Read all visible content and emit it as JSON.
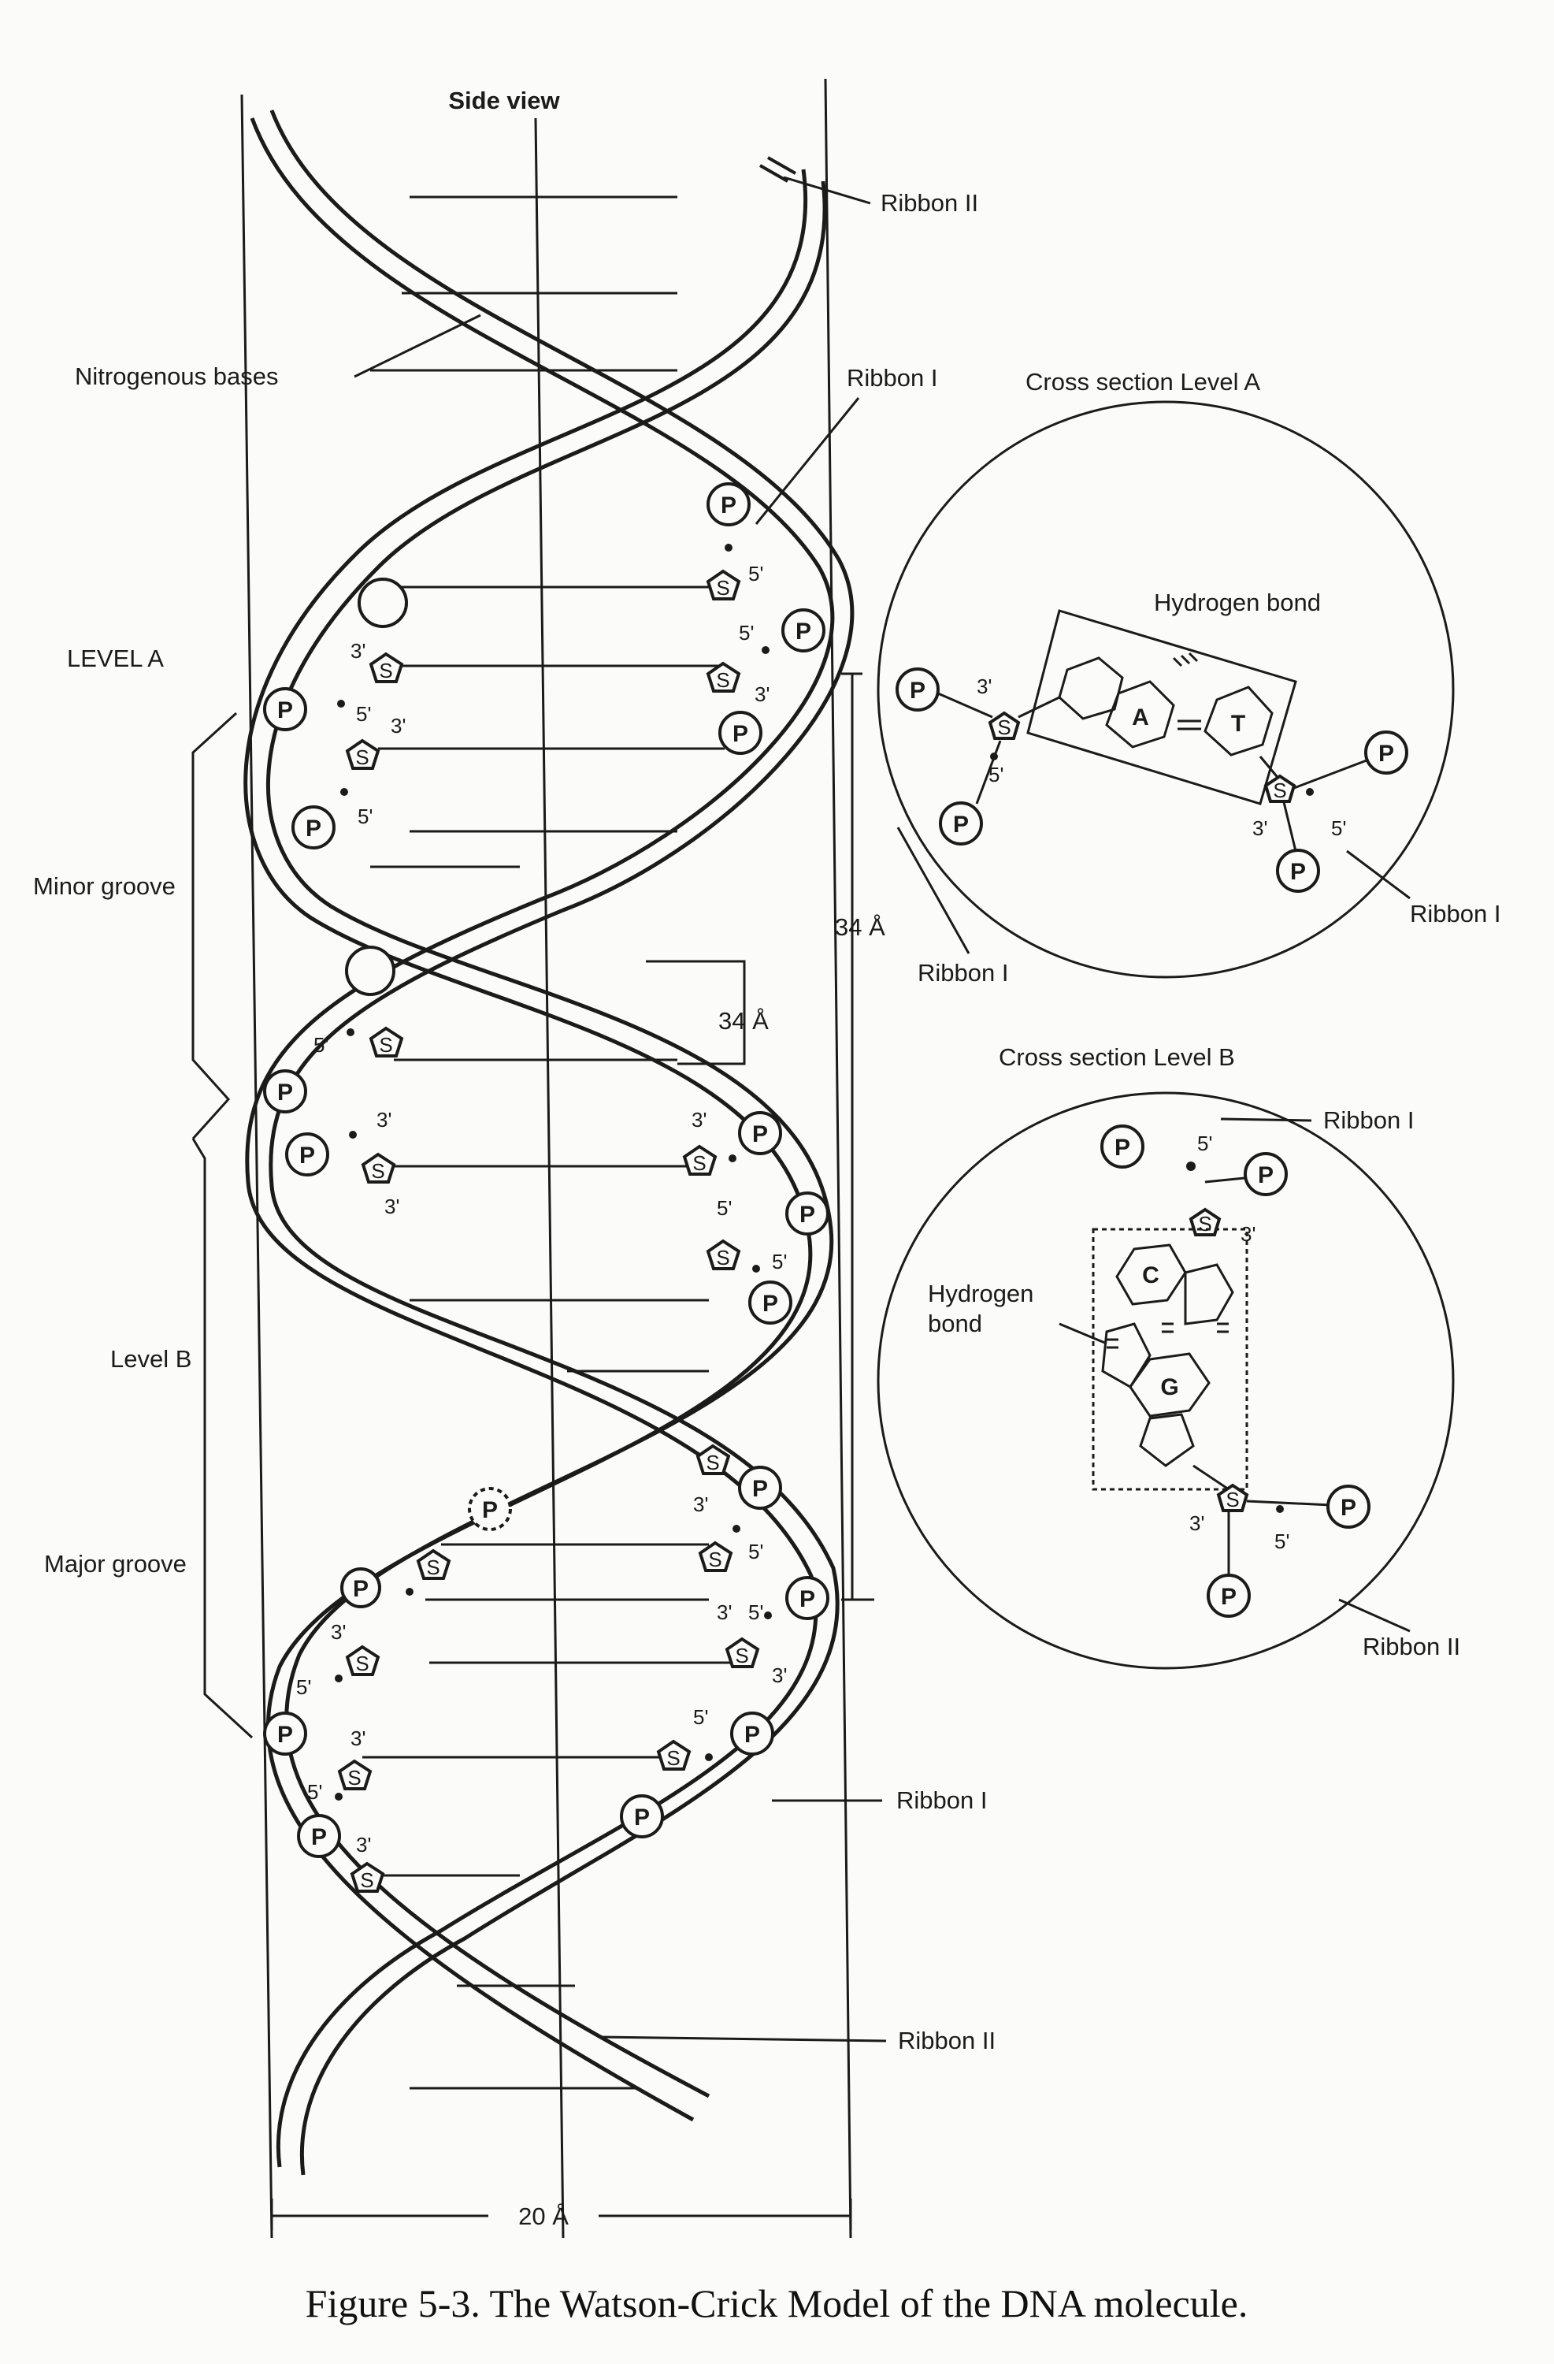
{
  "labels": {
    "side_view": "Side view",
    "ribbon_ii_top": "Ribbon II",
    "ribbon_i_top": "Ribbon I",
    "nitrogenous_bases": "Nitrogenous bases",
    "level_a": "LEVEL A",
    "minor_groove": "Minor groove",
    "level_b": "Level B",
    "major_groove": "Major groove",
    "dim_34_inner": "34 Å",
    "dim_34_outer": "34 Å",
    "dim_20": "20 Å",
    "ribbon_i_bottom": "Ribbon I",
    "ribbon_ii_bottom": "Ribbon II"
  },
  "cross_section_a": {
    "title": "Cross section  Level A",
    "hydrogen_bond": "Hydrogen bond",
    "base_left": "A",
    "base_right": "T",
    "ribbon_left": "Ribbon I",
    "ribbon_right": "Ribbon I"
  },
  "cross_section_b": {
    "title": "Cross section  Level B",
    "hydrogen_bond_line1": "Hydrogen",
    "hydrogen_bond_line2": "bond",
    "base_top": "C",
    "base_bottom": "G",
    "ribbon_top": "Ribbon I",
    "ribbon_bottom": "Ribbon II"
  },
  "symbols": {
    "phosphate": "P",
    "sugar": "S",
    "three_prime": "3'",
    "five_prime": "5'"
  },
  "caption": "Figure 5-3. The Watson-Crick Model of the DNA molecule."
}
